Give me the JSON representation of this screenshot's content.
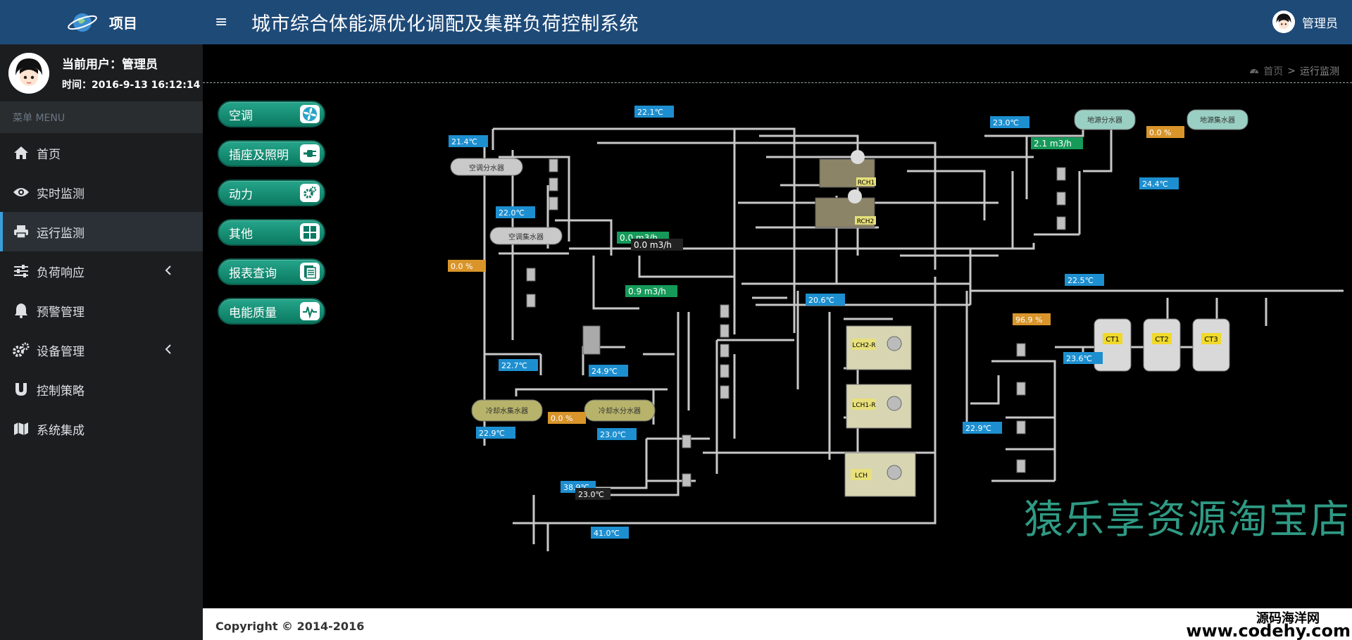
{
  "brand": {
    "name": "项目"
  },
  "header": {
    "title": "城市综合体能源优化调配及集群负荷控制系统",
    "menu_icon": "≡",
    "user_name": "管理员"
  },
  "user_panel": {
    "current_user": "当前用户：管理员",
    "time": "时间：2016-9-13 16:12:14"
  },
  "sidebar": {
    "menu_header": "菜单 MENU",
    "items": [
      {
        "label": "首页",
        "icon": "home-icon"
      },
      {
        "label": "实时监测",
        "icon": "eye-icon"
      },
      {
        "label": "运行监测",
        "icon": "printer-icon",
        "active": true
      },
      {
        "label": "负荷响应",
        "icon": "sliders-icon",
        "has_children": true
      },
      {
        "label": "预警管理",
        "icon": "bell-icon"
      },
      {
        "label": "设备管理",
        "icon": "gears-icon",
        "has_children": true
      },
      {
        "label": "控制策略",
        "icon": "magnet-icon"
      },
      {
        "label": "系统集成",
        "icon": "map-icon"
      }
    ]
  },
  "breadcrumb": {
    "home": "首页",
    "separator": ">",
    "current": "运行监测"
  },
  "side_buttons": [
    {
      "label": "空调",
      "icon": "fan-icon"
    },
    {
      "label": "插座及照明",
      "icon": "plug-icon"
    },
    {
      "label": "动力",
      "icon": "gear-icon"
    },
    {
      "label": "其他",
      "icon": "grid-icon"
    },
    {
      "label": "报表查询",
      "icon": "report-icon"
    },
    {
      "label": "电能质量",
      "icon": "pulse-icon"
    }
  ],
  "diagram": {
    "temp_tags": [
      "22.1℃",
      "21.4℃",
      "22.0℃",
      "23.0℃",
      "24.4℃",
      "22.5℃",
      "20.6℃",
      "22.7℃",
      "24.9℃",
      "22.9℃",
      "23.0℃",
      "22.9℃",
      "23.6℃",
      "38.9℃",
      "23.0℃",
      "41.0℃"
    ],
    "flow_tags": [
      "2.1 m3/h",
      "0.0 m3/h",
      "0.0 m3/h",
      "0.9 m3/h"
    ],
    "pct_tags": [
      "0.0 %",
      "0.0 %",
      "0.0 %",
      "96.9 %"
    ],
    "devices": [
      "空调分水器",
      "空调集水器",
      "冷却水集水器",
      "冷却水分水器",
      "地源分水器",
      "地源集水器",
      "RCH1",
      "RCH2",
      "LCH2-R",
      "LCH1-R",
      "LCH",
      "CT1",
      "CT2",
      "CT3"
    ]
  },
  "watermark": "猿乐享资源淘宝店",
  "footer": {
    "copyright": "Copyright © 2014-2016",
    "site_wm_1": "源码海洋网",
    "site_wm_2": "www.codehy.com"
  },
  "colors": {
    "header_bg": "#1e4a78",
    "sidebar_bg": "#1b1d1f",
    "button_green": "#14967a",
    "tag_blue": "#1d8fd0",
    "tag_green": "#169a5a",
    "tag_orange": "#d9952a"
  }
}
